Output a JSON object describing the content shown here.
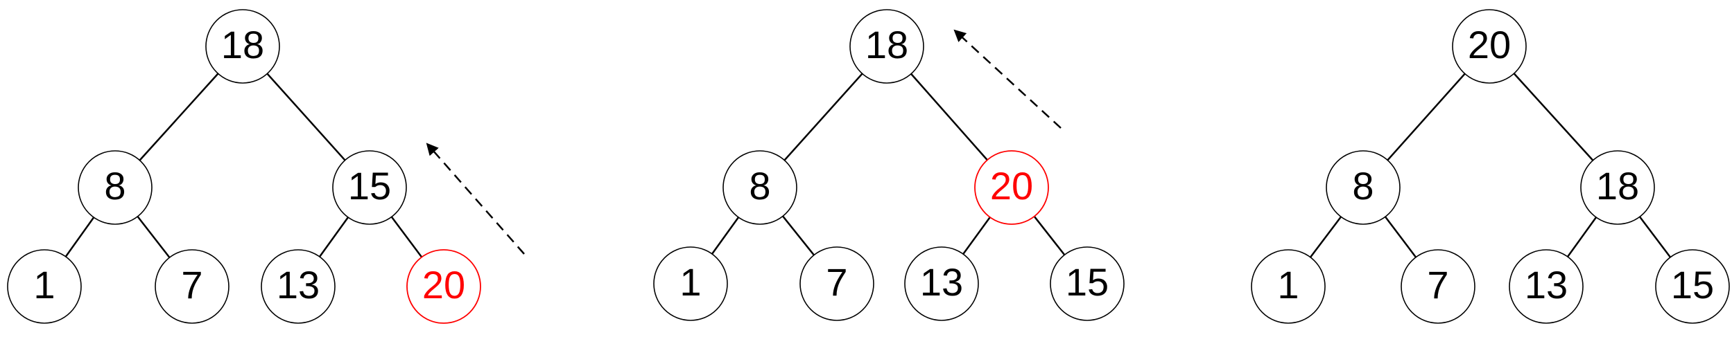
{
  "colors": {
    "normal_stroke": "#000000",
    "normal_text": "#000000",
    "highlight_stroke": "#ff0000",
    "highlight_text": "#ff0000",
    "background": "#ffffff"
  },
  "panels": [
    {
      "id": "panel-1",
      "nodes": [
        {
          "label": "18",
          "highlight": false
        },
        {
          "label": "8",
          "highlight": false
        },
        {
          "label": "15",
          "highlight": false
        },
        {
          "label": "1",
          "highlight": false
        },
        {
          "label": "7",
          "highlight": false
        },
        {
          "label": "13",
          "highlight": false
        },
        {
          "label": "20",
          "highlight": true
        }
      ],
      "has_arrow": true
    },
    {
      "id": "panel-2",
      "nodes": [
        {
          "label": "18",
          "highlight": false
        },
        {
          "label": "8",
          "highlight": false
        },
        {
          "label": "20",
          "highlight": true
        },
        {
          "label": "1",
          "highlight": false
        },
        {
          "label": "7",
          "highlight": false
        },
        {
          "label": "13",
          "highlight": false
        },
        {
          "label": "15",
          "highlight": false
        }
      ],
      "has_arrow": true
    },
    {
      "id": "panel-3",
      "nodes": [
        {
          "label": "20",
          "highlight": false
        },
        {
          "label": "8",
          "highlight": false
        },
        {
          "label": "18",
          "highlight": false
        },
        {
          "label": "1",
          "highlight": false
        },
        {
          "label": "7",
          "highlight": false
        },
        {
          "label": "13",
          "highlight": false
        },
        {
          "label": "15",
          "highlight": false
        }
      ],
      "has_arrow": false
    }
  ]
}
